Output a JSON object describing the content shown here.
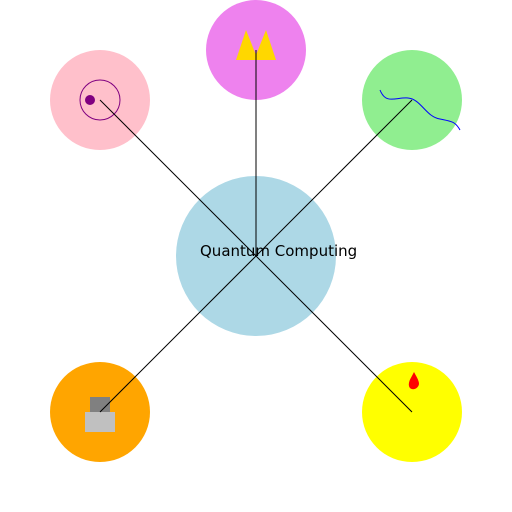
{
  "center": {
    "label": "Quantum Computing",
    "color": "#add8e6"
  },
  "connector_color": "#000000",
  "nodes": [
    {
      "id": "atom",
      "icon": "atom-icon",
      "color": "#ffc0cb",
      "icon_color": "#800080"
    },
    {
      "id": "crown",
      "icon": "crown-icon",
      "color": "#ee82ee",
      "icon_color": "#ffd700"
    },
    {
      "id": "wave",
      "icon": "wave-icon",
      "color": "#90ee90",
      "icon_color": "#0000ff"
    },
    {
      "id": "computer",
      "icon": "computer-icon",
      "color": "#ffa500",
      "icon_color": "#808080"
    },
    {
      "id": "drop",
      "icon": "drop-icon",
      "color": "#ffff00",
      "icon_color": "#ff0000"
    }
  ]
}
